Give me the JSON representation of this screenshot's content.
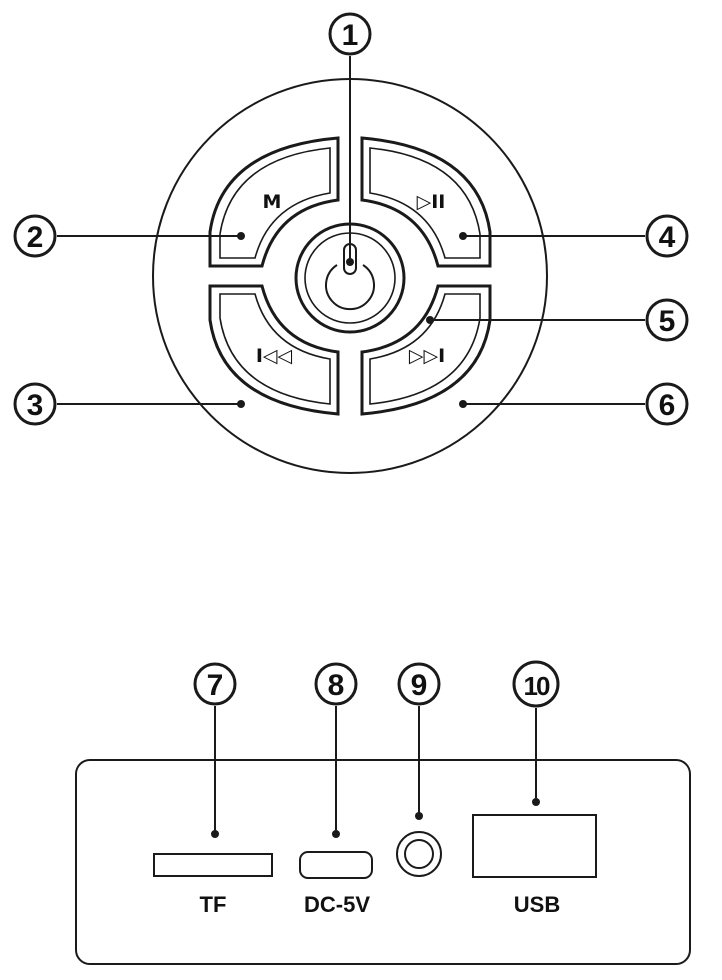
{
  "callouts": [
    "1",
    "2",
    "3",
    "4",
    "5",
    "6",
    "7",
    "8",
    "9",
    "10"
  ],
  "buttons": {
    "mode": "M",
    "play_pause": "▷II",
    "previous": "I◁◁",
    "next": "▷▷I"
  },
  "ports": {
    "tf": "TF",
    "dc": "DC-5V",
    "usb": "USB"
  }
}
